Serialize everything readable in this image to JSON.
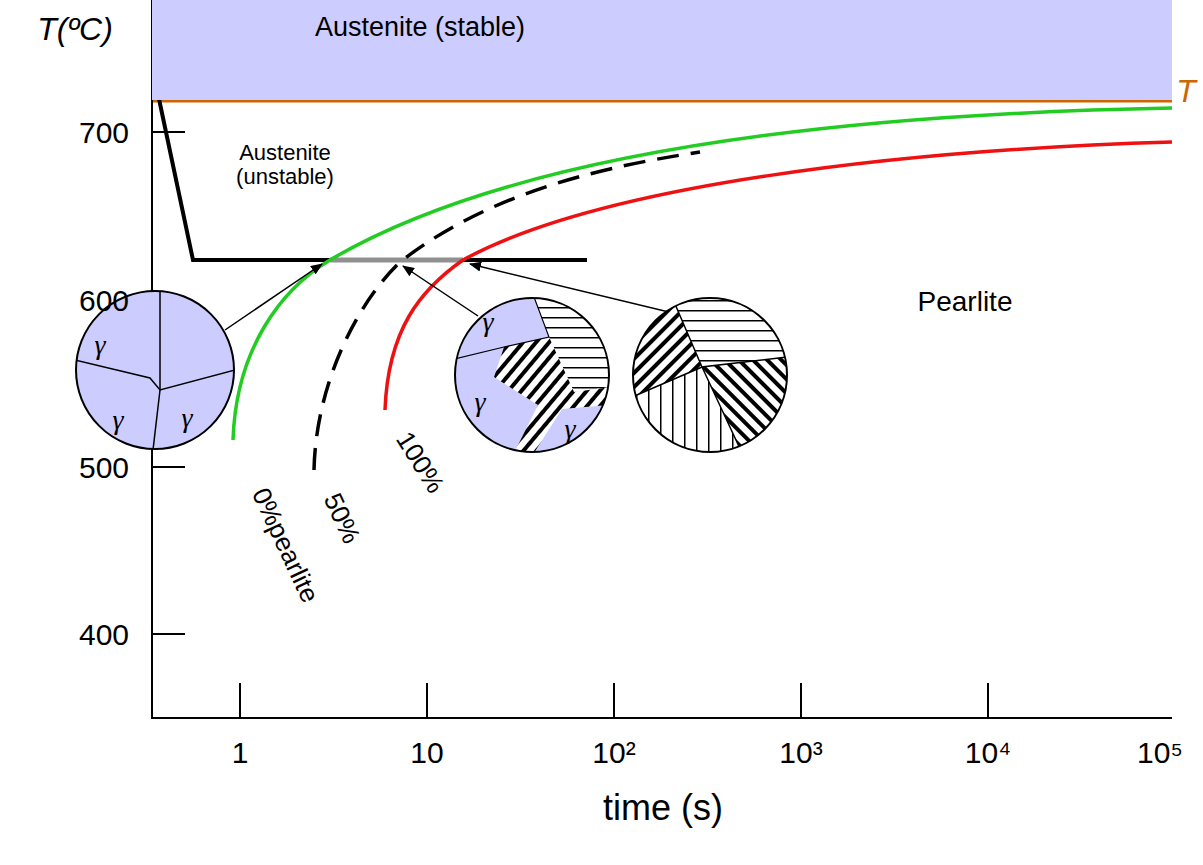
{
  "diagram": {
    "nodes": [
      {
        "text": [
          "Austenite (stable)"
        ]
      },
      {
        "text": [
          "γ",
          "γ",
          "γ"
        ]
      },
      {
        "text": [
          "γ",
          "γ",
          "γ"
        ]
      }
    ],
    "labels": [
      "T(ºC)",
      "700",
      "600",
      "500",
      "400",
      "Austenite (unstable)",
      "T",
      "Pearlite",
      "0%pearlite",
      "50%",
      "100%",
      "1",
      "10",
      "10²",
      "10³",
      "10⁴",
      "10⁵",
      "time (s)"
    ]
  }
}
